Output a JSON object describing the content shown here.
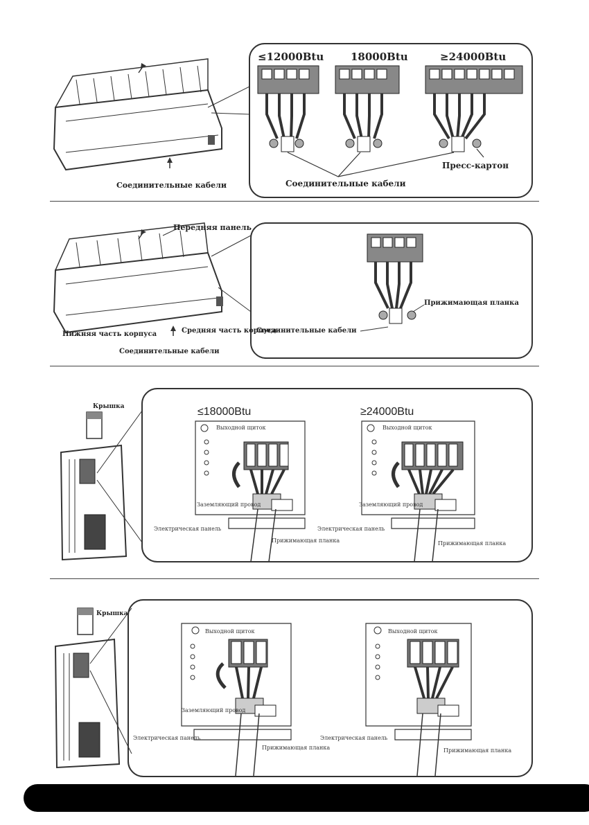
{
  "sections": [
    {
      "header_labels": [
        "≤12000Btu",
        "18000Btu",
        "≥24000Btu"
      ],
      "unit_label": "Соединительные кабели",
      "detail_cable_label": "Соединительные кабели",
      "press_label": "Пресс-картон"
    },
    {
      "front_panel_label": "Передняя панель",
      "lower_body_label": "Нижняя часть корпуса",
      "middle_body_label": "Средняя часть корпуса",
      "cable_label": "Соединительные кабели",
      "detail_cable_label": "Соединительные кабели",
      "clamp_label": "Прижимающая планка"
    },
    {
      "cover_label": "Крышка",
      "left_header": "≤18000Btu",
      "right_header": "≥24000Btu",
      "left_board_label": "Выходной щиток",
      "left_wire_label": "Заземляющий провод",
      "left_panel_label": "Электрическая панель",
      "left_clamp_label": "Прижимающая планка",
      "right_board_label": "Выходной щиток",
      "right_wire_label": "Заземляющий провод",
      "right_panel_label": "Электрическая панель",
      "right_clamp_label": "Прижимающая планка"
    },
    {
      "cover_label": "Крышка",
      "left_board_label": "Выходной щиток",
      "left_wire_label": "Заземляющий провод",
      "left_panel_label": "Электрическая панель",
      "left_clamp_label": "Прижимающая планка",
      "right_board_label": "Выходной щиток",
      "right_panel_label": "Электрическая панель",
      "right_clamp_label": "Прижимающая планка"
    }
  ]
}
